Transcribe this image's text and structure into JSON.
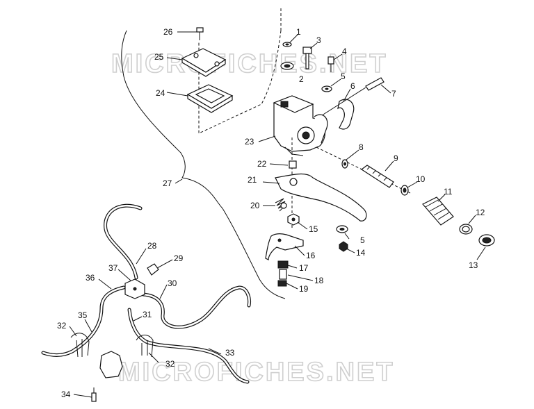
{
  "watermarks": [
    "MICROFICHES.NET",
    "MICROFICHES.NET"
  ],
  "callouts": [
    "1",
    "2",
    "3",
    "4",
    "5",
    "5",
    "6",
    "7",
    "8",
    "9",
    "10",
    "11",
    "12",
    "13",
    "14",
    "15",
    "16",
    "17",
    "18",
    "19",
    "20",
    "21",
    "22",
    "23",
    "24",
    "25",
    "26",
    "27",
    "28",
    "29",
    "30",
    "31",
    "32",
    "32",
    "33",
    "34",
    "35",
    "36",
    "37"
  ]
}
